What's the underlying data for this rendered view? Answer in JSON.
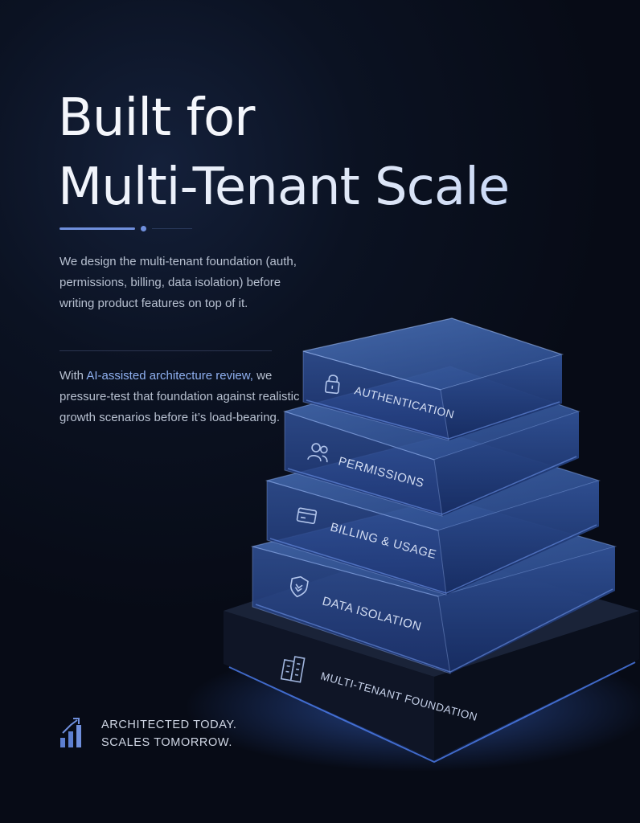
{
  "headline": {
    "line1": "Built for",
    "line2": "Multi-Tenant Scale"
  },
  "intro": {
    "text": "We design the multi-tenant foundation (auth, permissions, billing, data isolation) before writing product features on top of it."
  },
  "review": {
    "prefix": "With ",
    "highlight": "AI-assisted architecture review,",
    "suffix": " we pressure-test that foundation against realistic growth scenarios before it’s load-bearing."
  },
  "stack": {
    "layers": [
      {
        "label": "AUTHENTICATION",
        "icon": "lock-icon"
      },
      {
        "label": "PERMISSIONS",
        "icon": "users-icon"
      },
      {
        "label": "BILLING & USAGE",
        "icon": "credit-card-icon"
      },
      {
        "label": "DATA ISOLATION",
        "icon": "shield-icon"
      }
    ],
    "base": {
      "label": "MULTI-TENANT FOUNDATION",
      "icon": "building-icon"
    }
  },
  "footer": {
    "icon": "growth-chart-icon",
    "line1": "ARCHITECTED TODAY.",
    "line2": "SCALES TOMORROW."
  },
  "colors": {
    "background": "#0a1020",
    "accent": "#6f8fdc",
    "highlight": "#8fb0f0",
    "layer_glow": "#3d6fe0"
  }
}
